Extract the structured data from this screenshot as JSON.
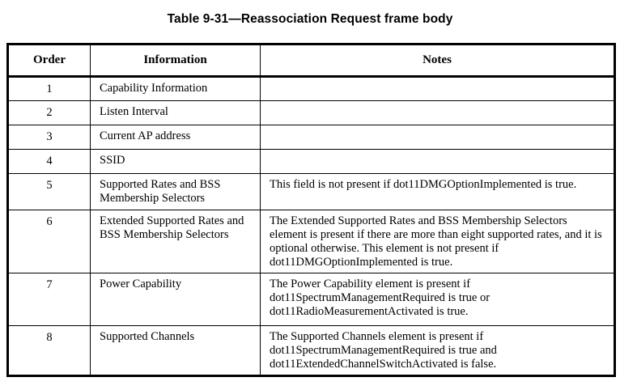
{
  "title": "Table 9-31—Reassociation Request frame body",
  "colors": {
    "text": "#000000",
    "border": "#000000",
    "background": "#ffffff"
  },
  "table": {
    "headers": [
      "Order",
      "Information",
      "Notes"
    ],
    "rows": [
      {
        "order": "1",
        "information": "Capability Information",
        "notes": ""
      },
      {
        "order": "2",
        "information": "Listen Interval",
        "notes": ""
      },
      {
        "order": "3",
        "information": "Current AP address",
        "notes": ""
      },
      {
        "order": "4",
        "information": "SSID",
        "notes": ""
      },
      {
        "order": "5",
        "information": "Supported Rates and BSS Membership Selectors",
        "notes": "This field is not present if dot11DMGOptionImplemented is true."
      },
      {
        "order": "6",
        "information": "Extended Supported Rates and BSS Membership Selectors",
        "notes": "The Extended Supported Rates and BSS Membership Selectors element is present if there are more than eight supported rates, and it is optional otherwise. This element is not present if dot11DMGOptionImplemented is true."
      },
      {
        "order": "7",
        "information": "Power Capability",
        "notes": "The Power Capability element is present if dot11SpectrumManagementRequired is true or dot11RadioMeasurementActivated is true."
      },
      {
        "order": "8",
        "information": "Supported Channels",
        "notes": "The Supported Channels element is present if dot11SpectrumManagementRequired is true and dot11ExtendedChannelSwitchActivated is false."
      }
    ]
  }
}
